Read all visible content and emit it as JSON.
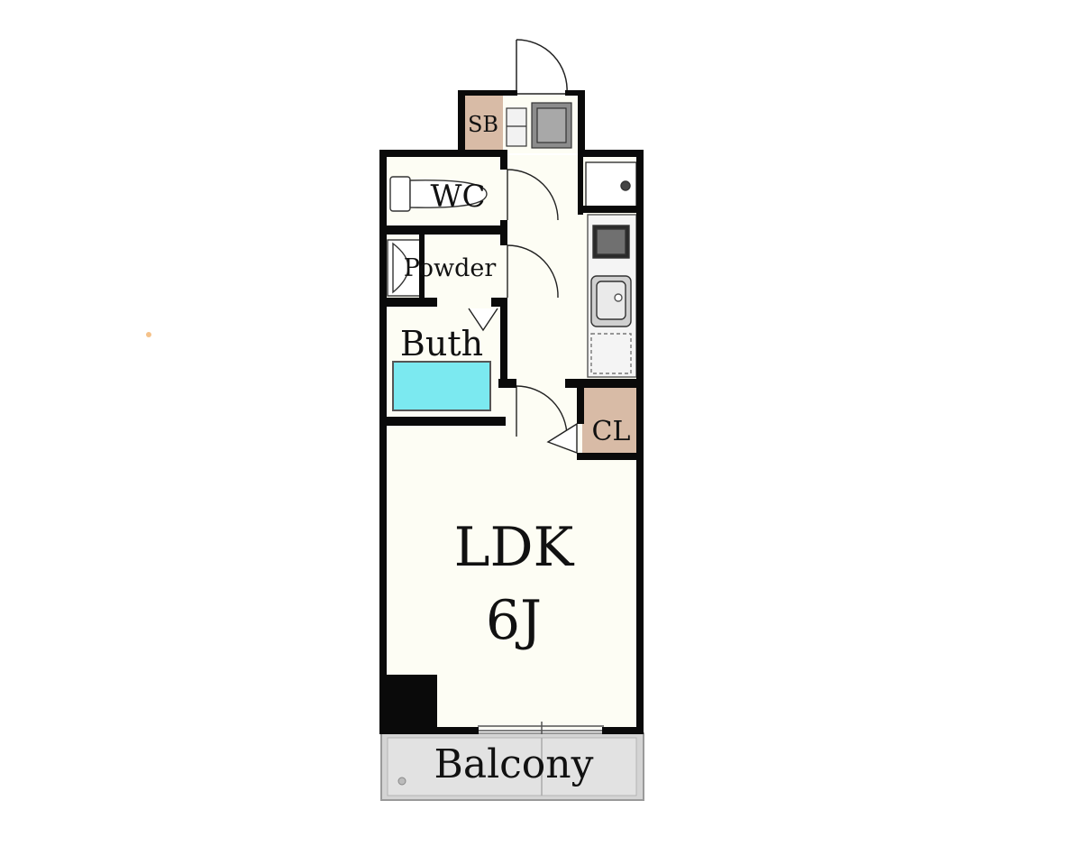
{
  "floorplan": {
    "rooms": {
      "sb": "SB",
      "wc": "WC",
      "powder": "Powder",
      "bath": "Buth",
      "closet": "CL",
      "ldk": "LDK",
      "ldk_size": "6J",
      "balcony": "Balcony"
    },
    "colors": {
      "wall": "#0a0a0a",
      "floor": "#fdfdf4",
      "storage": "#d8bba6",
      "bathtub": "#7be9f0",
      "balcony": "#d4d4d4",
      "dot": "#f5c28a"
    }
  }
}
